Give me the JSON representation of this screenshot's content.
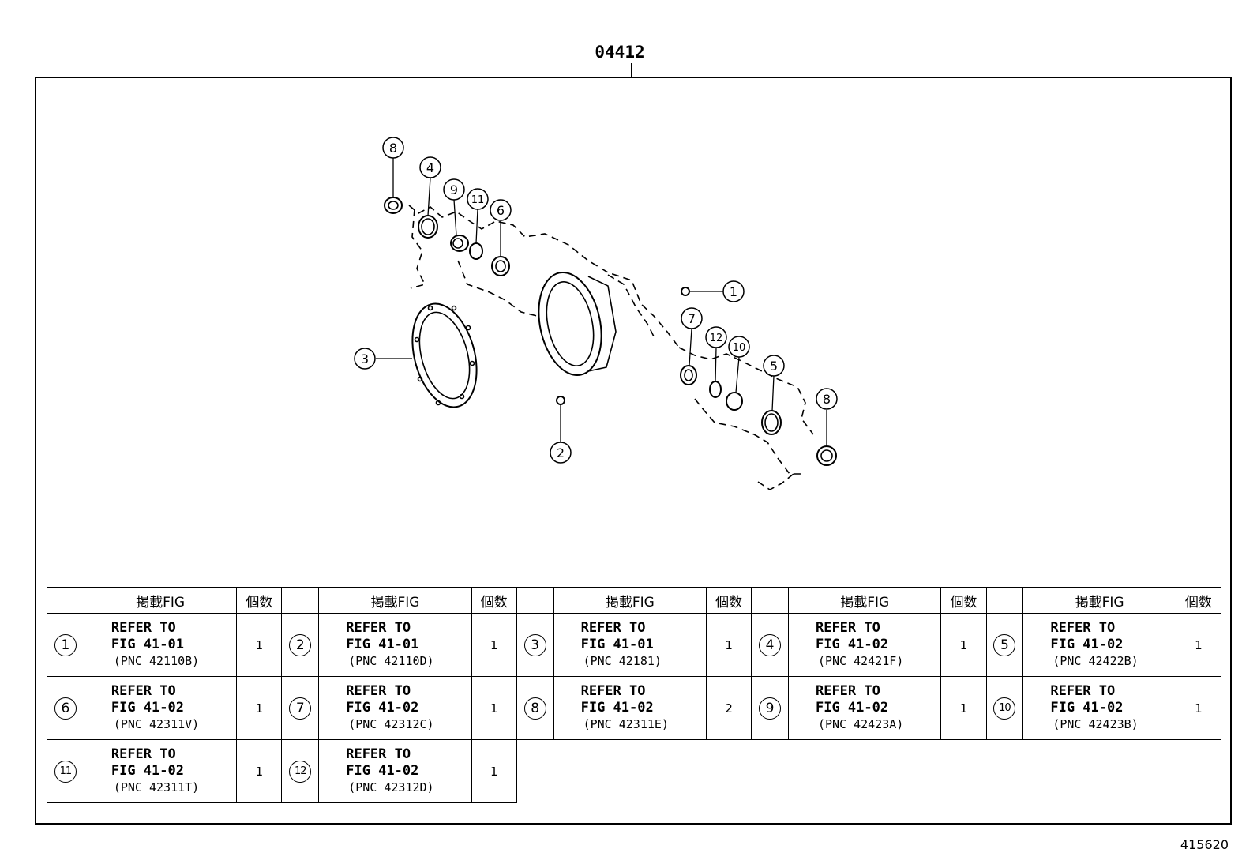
{
  "header": {
    "kit_number": "04412"
  },
  "footer": {
    "illustration_number": "415620"
  },
  "callouts": [
    {
      "id": "callout-8a",
      "label": "8"
    },
    {
      "id": "callout-4",
      "label": "4"
    },
    {
      "id": "callout-9",
      "label": "9"
    },
    {
      "id": "callout-11",
      "label": "11"
    },
    {
      "id": "callout-6",
      "label": "6"
    },
    {
      "id": "callout-1",
      "label": "1"
    },
    {
      "id": "callout-7",
      "label": "7"
    },
    {
      "id": "callout-12",
      "label": "12"
    },
    {
      "id": "callout-10",
      "label": "10"
    },
    {
      "id": "callout-5",
      "label": "5"
    },
    {
      "id": "callout-8b",
      "label": "8"
    },
    {
      "id": "callout-3",
      "label": "3"
    },
    {
      "id": "callout-2",
      "label": "2"
    }
  ],
  "table": {
    "col_fig": "掲載FIG",
    "col_qty": "個数",
    "rows": [
      [
        {
          "no": "1",
          "line1": "REFER TO",
          "line2": "FIG 41-01",
          "pnc": "(PNC 42110B)",
          "qty": "1"
        },
        {
          "no": "2",
          "line1": "REFER TO",
          "line2": "FIG 41-01",
          "pnc": "(PNC 42110D)",
          "qty": "1"
        },
        {
          "no": "3",
          "line1": "REFER TO",
          "line2": "FIG 41-01",
          "pnc": "(PNC 42181)",
          "qty": "1"
        },
        {
          "no": "4",
          "line1": "REFER TO",
          "line2": "FIG 41-02",
          "pnc": "(PNC 42421F)",
          "qty": "1"
        },
        {
          "no": "5",
          "line1": "REFER TO",
          "line2": "FIG 41-02",
          "pnc": "(PNC 42422B)",
          "qty": "1"
        }
      ],
      [
        {
          "no": "6",
          "line1": "REFER TO",
          "line2": "FIG 41-02",
          "pnc": "(PNC 42311V)",
          "qty": "1"
        },
        {
          "no": "7",
          "line1": "REFER TO",
          "line2": "FIG 41-02",
          "pnc": "(PNC 42312C)",
          "qty": "1"
        },
        {
          "no": "8",
          "line1": "REFER TO",
          "line2": "FIG 41-02",
          "pnc": "(PNC 42311E)",
          "qty": "2"
        },
        {
          "no": "9",
          "line1": "REFER TO",
          "line2": "FIG 41-02",
          "pnc": "(PNC 42423A)",
          "qty": "1"
        },
        {
          "no": "10",
          "line1": "REFER TO",
          "line2": "FIG 41-02",
          "pnc": "(PNC 42423B)",
          "qty": "1"
        }
      ],
      [
        {
          "no": "11",
          "line1": "REFER TO",
          "line2": "FIG 41-02",
          "pnc": "(PNC 42311T)",
          "qty": "1"
        },
        {
          "no": "12",
          "line1": "REFER TO",
          "line2": "FIG 41-02",
          "pnc": "(PNC 42312D)",
          "qty": "1"
        }
      ]
    ]
  }
}
